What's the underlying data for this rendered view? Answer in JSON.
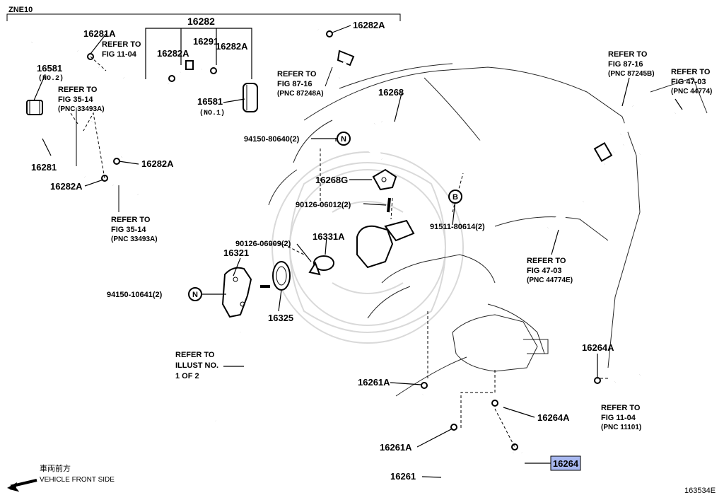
{
  "diagram": {
    "model_code": "ZNE10",
    "figure_code": "163534E",
    "front_side_jp": "車両前方",
    "front_side_en": "VEHICLE FRONT SIDE",
    "highlight_color": "#a8b8f0",
    "parts": {
      "p16282": "16282",
      "p16281A": "16281A",
      "p16291": "16291",
      "p16282A_top_right": "16282A",
      "p16282A_left": "16282A",
      "p16282A_mid": "16282A",
      "p16581_no2": "16581",
      "p16581_no2_sub": "(NO.2)",
      "p16581_no1": "16581",
      "p16581_no1_sub": "(NO.1)",
      "p16281": "16281",
      "p16282A_a": "16282A",
      "p16282A_b": "16282A",
      "p16268": "16268",
      "p94150_80640": "94150-80640(2)",
      "p16268G": "16268G",
      "p90126_06012": "90126-06012(2)",
      "p91511_80614": "91511-80614(2)",
      "p90126_06009": "90126-06009(2)",
      "p16331A": "16331A",
      "p16321": "16321",
      "p94150_10641": "94150-10641(2)",
      "p16325": "16325",
      "p16264A_top": "16264A",
      "p16264A_mid": "16264A",
      "p16261A_top": "16261A",
      "p16261A_bot": "16261A",
      "p16261": "16261",
      "p16264": "16264"
    },
    "markers": {
      "n1": "N",
      "n2": "N",
      "b": "B"
    },
    "refs": {
      "ref1": [
        "REFER TO",
        "FIG 11-04"
      ],
      "ref2": [
        "REFER TO",
        "FIG 35-14",
        "(PNC 33493A)"
      ],
      "ref3": [
        "REFER TO",
        "FIG 35-14",
        "(PNC 33493A)"
      ],
      "ref4": [
        "REFER TO",
        "FIG 87-16",
        "(PNC 87248A)"
      ],
      "ref5": [
        "REFER TO",
        "FIG 87-16",
        "(PNC 87245B)"
      ],
      "ref6": [
        "REFER TO",
        "FIG 47-03",
        "(PNC 44774)"
      ],
      "ref7": [
        "REFER TO",
        "FIG 47-03",
        "(PNC 44774E)"
      ],
      "ref8": [
        "REFER TO",
        "ILLUST NO.",
        "1 OF 2"
      ],
      "ref9": [
        "REFER TO",
        "FIG 11-04",
        "(PNC 11101)"
      ]
    }
  }
}
